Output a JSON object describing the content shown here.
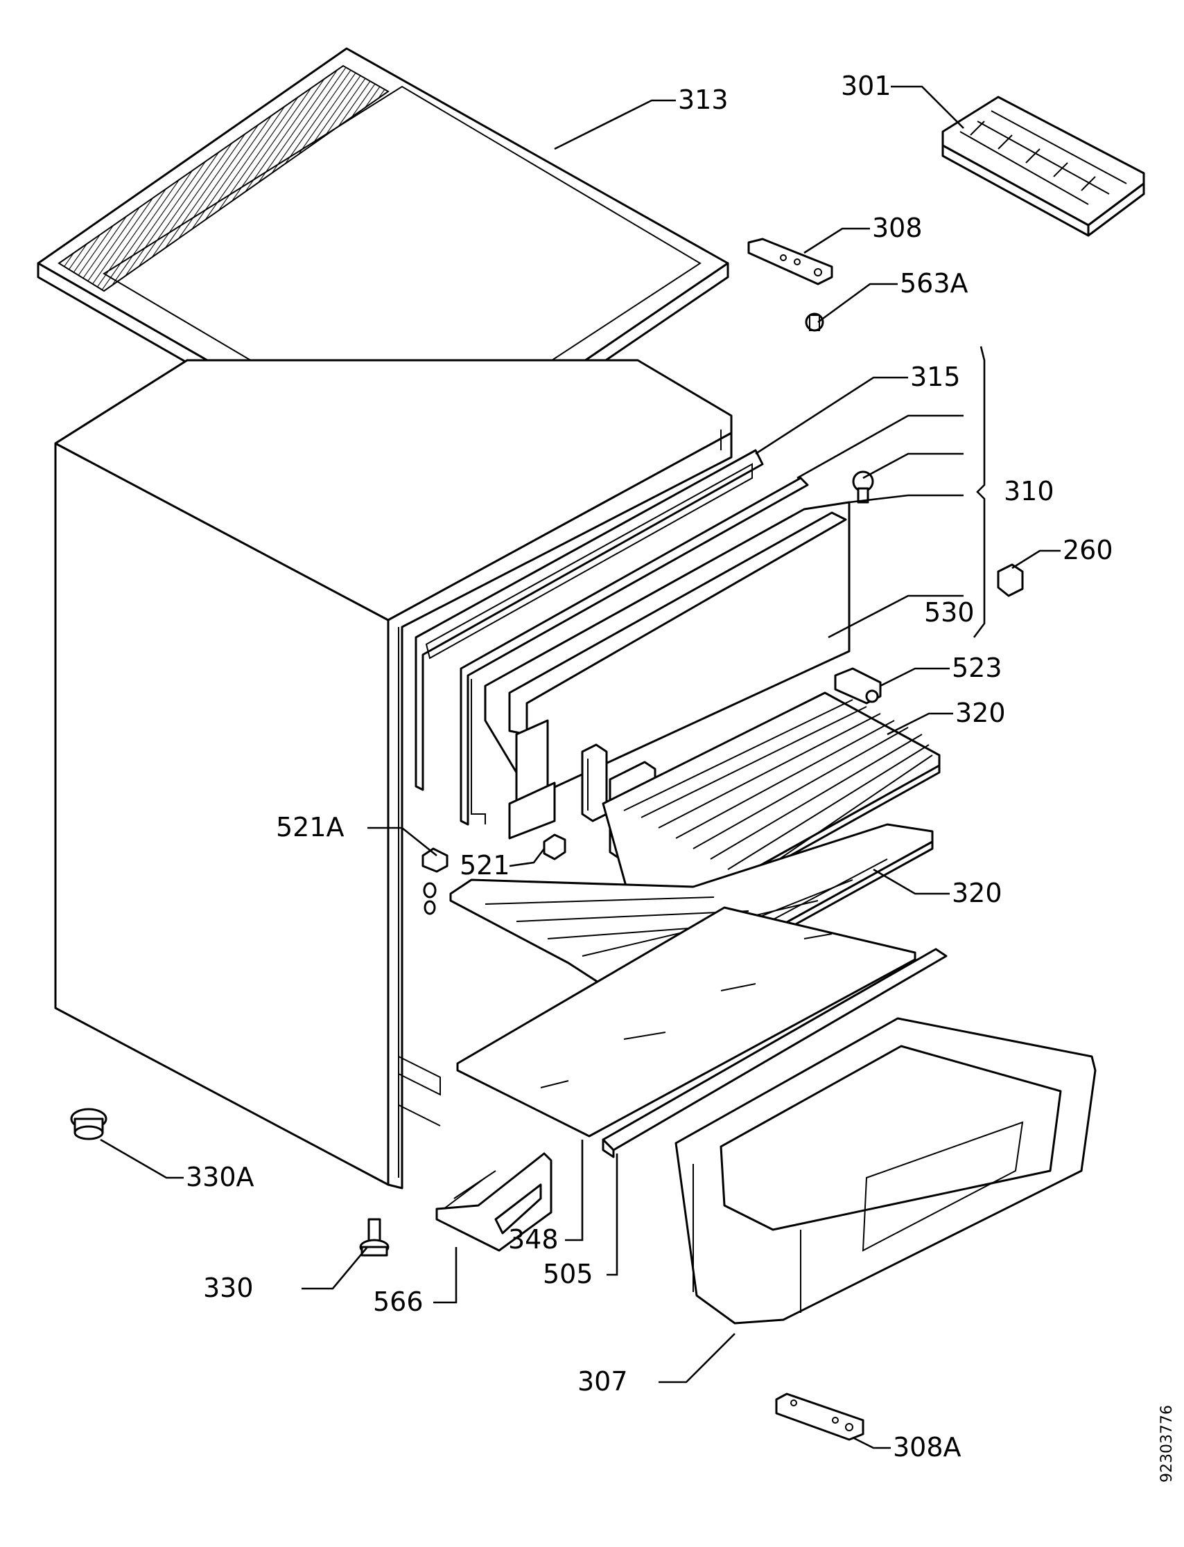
{
  "labels": {
    "p313": "313",
    "p301": "301",
    "p308": "308",
    "p563A": "563A",
    "p315": "315",
    "p310": "310",
    "p260": "260",
    "p530": "530",
    "p523": "523",
    "p320a": "320",
    "p521A": "521A",
    "p521": "521",
    "p320b": "320",
    "p330A": "330A",
    "p348": "348",
    "p505": "505",
    "p566": "566",
    "p330": "330",
    "p307": "307",
    "p308A": "308A"
  },
  "document_number": "92303776"
}
